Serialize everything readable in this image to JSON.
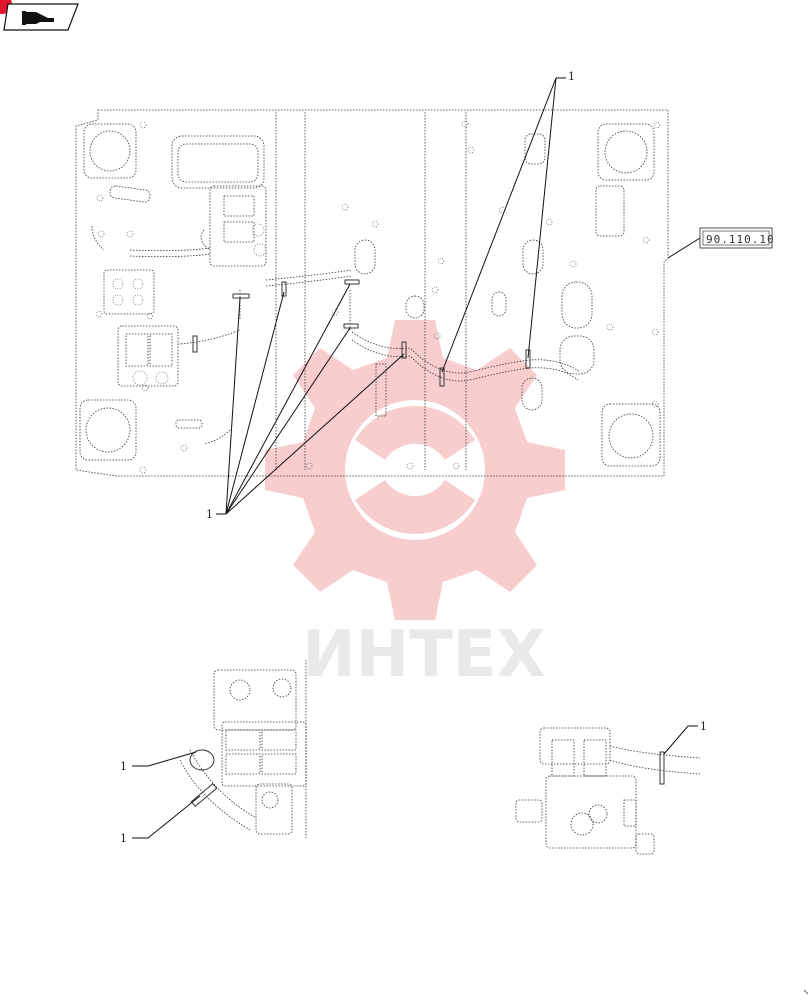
{
  "toolbar": {
    "back_icon": "pointing-hand-icon",
    "accent_color": "#e1142d"
  },
  "watermark": {
    "text": "ИНТЕХ",
    "color": "#f4a6a6"
  },
  "reference_box": {
    "text": "90.110.10"
  },
  "callouts": {
    "top_right": "1",
    "main_bottom_left": "1",
    "left_detail_upper": "1",
    "left_detail_lower": "1",
    "right_detail": "1"
  }
}
